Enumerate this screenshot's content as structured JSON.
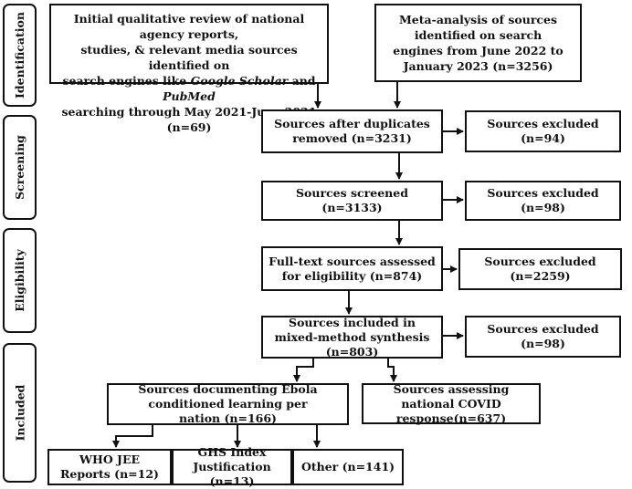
{
  "stages": {
    "identification": "Identification",
    "screening": "Screening",
    "eligibility": "Eligibility",
    "included": "Included"
  },
  "boxes": {
    "initial_review": {
      "line1": "Initial qualitative review of national agency reports,",
      "line2": "studies, & relevant media sources identified on",
      "line3_pre": "search engines like ",
      "google": "Google Scholar",
      "line3_mid": " and ",
      "pubmed": "PubMed",
      "line4": "searching through May 2021-June 2021 (n=69)"
    },
    "meta_analysis": "Meta-analysis of sources identified on search engines from June 2022 to January 2023 (n=3256)",
    "after_duplicates": "Sources after duplicates removed (n=3231)",
    "excluded_1": "Sources excluded (n=94)",
    "screened": "Sources screened (n=3133)",
    "excluded_2": "Sources excluded (n=98)",
    "fulltext": "Full-text sources assessed for eligibility (n=874)",
    "excluded_3": "Sources excluded (n=2259)",
    "included_mixed": "Sources included in mixed-method synthesis (n=803)",
    "excluded_4": "Sources excluded (n=98)",
    "ebola": "Sources documenting Ebola conditioned learning per nation (n=166)",
    "covid": "Sources assessing national COVID response(n=637)",
    "who_jee": "WHO JEE Reports (n=12)",
    "ghs": "GHS Index Justification (n=13)",
    "other": "Other (n=141)"
  }
}
